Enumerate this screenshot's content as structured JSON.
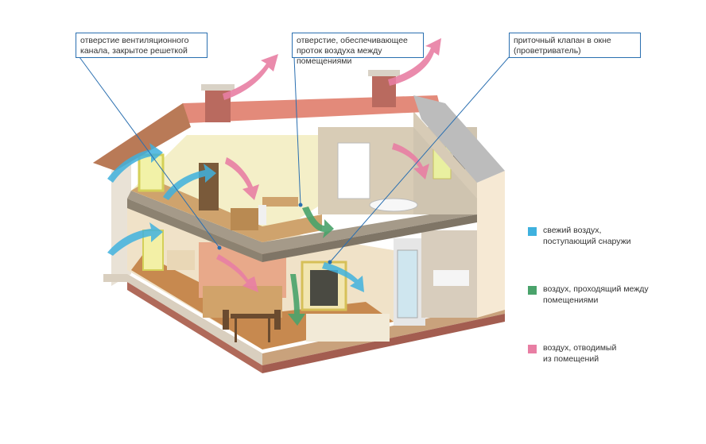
{
  "callouts": [
    {
      "id": "vent-grille",
      "text": "отверстие вентиляционного канала, закрытое решеткой"
    },
    {
      "id": "air-pass",
      "text": "отверстие, обеспечивающее проток воздуха между помещениями"
    },
    {
      "id": "window-valve",
      "text": "приточный клапан в окне (проветриватель)"
    }
  ],
  "legend": [
    {
      "color": "#3fb1de",
      "text": "свежий воздух,\nпоступающий снаружи"
    },
    {
      "color": "#4aa36b",
      "text": "воздух, проходящий между\nпомещениями"
    },
    {
      "color": "#e87ea3",
      "text": "воздух, отводимый\nиз помещений"
    }
  ],
  "colors": {
    "fresh": "#3fb1de",
    "internal": "#4aa36b",
    "exhaust": "#e87ea3",
    "callout_border": "#2a6fb0",
    "roof": "#e38a7a",
    "brick": "#b96a5f"
  }
}
